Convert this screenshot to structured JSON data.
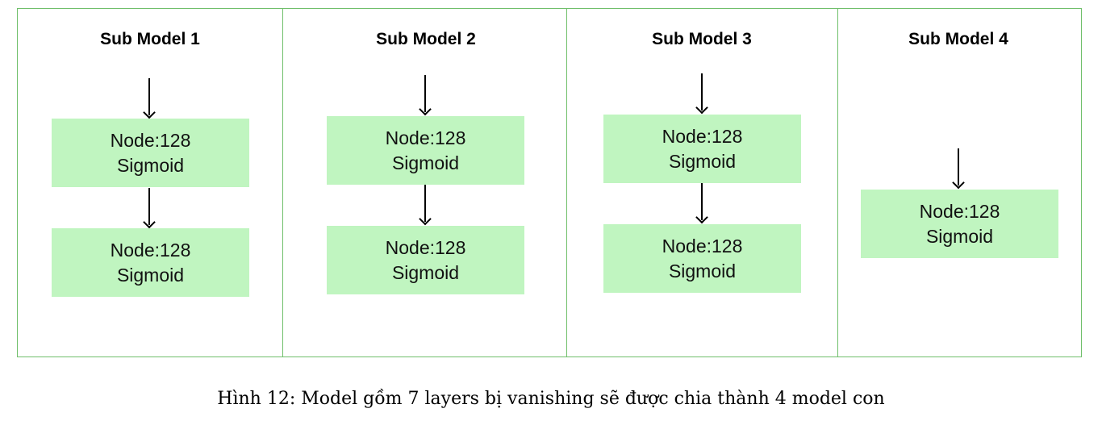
{
  "panels": [
    {
      "title": "Sub Model 1",
      "nodes": [
        {
          "line1": "Node:128",
          "line2": "Sigmoid"
        },
        {
          "line1": "Node:128",
          "line2": "Sigmoid"
        }
      ]
    },
    {
      "title": "Sub Model 2",
      "nodes": [
        {
          "line1": "Node:128",
          "line2": "Sigmoid"
        },
        {
          "line1": "Node:128",
          "line2": "Sigmoid"
        }
      ]
    },
    {
      "title": "Sub Model 3",
      "nodes": [
        {
          "line1": "Node:128",
          "line2": "Sigmoid"
        },
        {
          "line1": "Node:128",
          "line2": "Sigmoid"
        }
      ]
    },
    {
      "title": "Sub Model 4",
      "nodes": [
        {
          "line1": "Node:128",
          "line2": "Sigmoid"
        }
      ]
    }
  ],
  "caption": "Hình 12: Model gồm 7 layers bị vanishing sẽ được chia thành 4 model con",
  "colors": {
    "border": "#6fbf6a",
    "node_fill": "#c0f5c0",
    "arrow": "#000000"
  }
}
